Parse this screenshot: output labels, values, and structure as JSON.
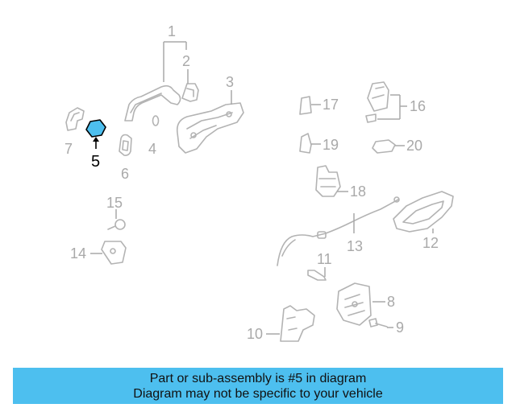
{
  "diagram": {
    "highlight_color": "#4dbfef",
    "callouts": {
      "c1": "1",
      "c2": "2",
      "c3": "3",
      "c4": "4",
      "c5": "5",
      "c6": "6",
      "c7": "7",
      "c8": "8",
      "c9": "9",
      "c10": "10",
      "c11": "11",
      "c12": "12",
      "c13": "13",
      "c14": "14",
      "c15": "15",
      "c16": "16",
      "c17": "17",
      "c18": "18",
      "c19": "19",
      "c20": "20"
    }
  },
  "caption": {
    "line1": "Part or sub-assembly is #5 in diagram",
    "line2": "Diagram may not be specific to your vehicle",
    "background": "#4dbfef"
  }
}
